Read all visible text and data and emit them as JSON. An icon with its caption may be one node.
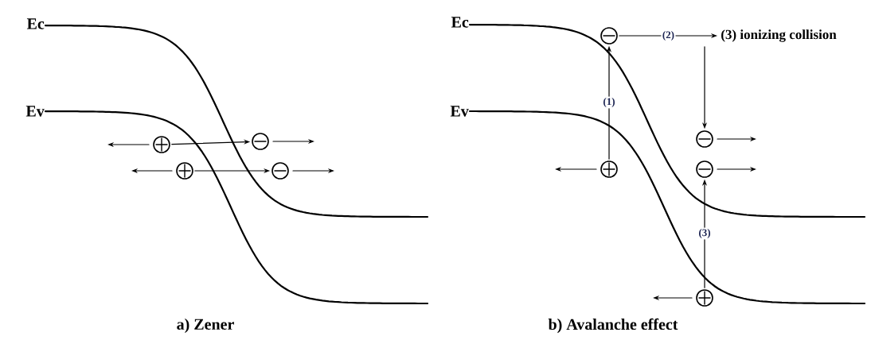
{
  "diagram": {
    "nodes": [
      {
        "text": [],
        "shape": "circle"
      },
      {
        "text": [],
        "shape": "circle"
      },
      {
        "text": [],
        "shape": "circle"
      },
      {
        "text": [],
        "shape": "circle"
      },
      {
        "text": [],
        "shape": "circle"
      },
      {
        "text": [
          "(3) ionizing collision"
        ]
      },
      {
        "text": [],
        "shape": "circle"
      },
      {
        "text": [],
        "shape": "circle"
      },
      {
        "text": [],
        "shape": "circle"
      },
      {
        "text": [],
        "shape": "circle"
      }
    ],
    "edges": [
      {
        "from": 0,
        "to": 1,
        "arrow": "to"
      },
      {
        "from": 2,
        "to": 3,
        "arrow": "to"
      },
      {
        "from": 4,
        "to": 5,
        "arrow": "to",
        "label": "(2)"
      },
      {
        "from": 5,
        "to": 7,
        "arrow": "to"
      },
      {
        "from": 6,
        "to": 4,
        "arrow": "to",
        "label": "(1)"
      },
      {
        "from": 9,
        "to": 8,
        "arrow": "to",
        "label": "(3)"
      }
    ],
    "labels": [
      "Ec",
      "Ev",
      "a) Zener",
      "Ec",
      "Ev",
      "b) Avalanche effect"
    ]
  }
}
